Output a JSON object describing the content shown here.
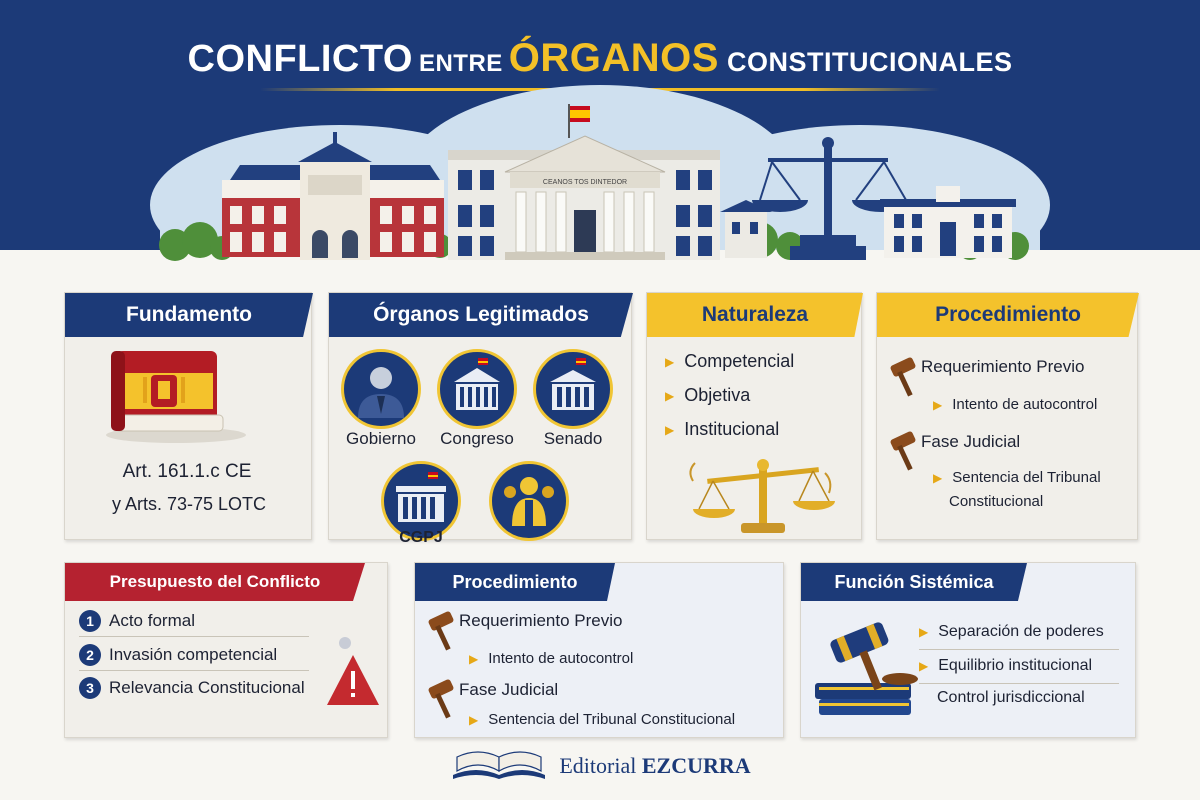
{
  "header": {
    "title_part1": "CONFLICTO",
    "title_part2": "ENTRE",
    "title_part3": "ÓRGANOS",
    "title_part4": "CONSTITUCIONALES",
    "building_inscription": "CEANOS TOS DINTEDOR"
  },
  "colors": {
    "navy": "#1c3a78",
    "gold": "#f4c22c",
    "red": "#b52230",
    "paper": "#f7f6f2"
  },
  "fundamento": {
    "title": "Fundamento",
    "line1": "Art. 161.1.c CE",
    "line2": "y Arts. 73-75 LOTC",
    "icon": "constitution-book-icon"
  },
  "organos": {
    "title": "Órganos Legitimados",
    "items": [
      {
        "label": "Gobierno",
        "icon": "government-person-icon"
      },
      {
        "label": "Congreso",
        "icon": "congress-building-icon"
      },
      {
        "label": "Senado",
        "icon": "senate-building-icon"
      },
      {
        "label": "CGPJ",
        "icon": "cgpj-building-icon"
      },
      {
        "label": "",
        "icon": "judges-icon"
      }
    ]
  },
  "naturaleza": {
    "title": "Naturaleza",
    "items": [
      "Competencial",
      "Objetiva",
      "Institucional"
    ],
    "icon": "scales-icon"
  },
  "procedimiento_top": {
    "title": "Procedimiento",
    "step1": "Requerimiento Previo",
    "step1_sub": "Intento de autocontrol",
    "step2": "Fase Judicial",
    "step2_sub_line1": "Sentencia del Tribunal",
    "step2_sub_line2": "Constitucional"
  },
  "presupuesto": {
    "title": "Presupuesto del Conflicto",
    "items": [
      {
        "num": "1",
        "label": "Acto formal"
      },
      {
        "num": "2",
        "label": "Invasión competencial"
      },
      {
        "num": "3",
        "label": "Relevancia Constitucional"
      }
    ],
    "icon": "warning-icon"
  },
  "procedimiento_bottom": {
    "title": "Procedimiento",
    "step1": "Requerimiento Previo",
    "step1_sub": "Intento de autocontrol",
    "step2": "Fase Judicial",
    "step2_sub": "Sentencia del Tribunal Constitucional"
  },
  "funcion": {
    "title": "Función Sistémica",
    "items": [
      "Separación de poderes",
      "Equilibrio institucional",
      "Control jurisdiccional"
    ],
    "icon": "gavel-books-icon"
  },
  "footer": {
    "brand_regular": "Editorial",
    "brand_bold": "EZCURRA",
    "icon": "open-book-icon"
  }
}
